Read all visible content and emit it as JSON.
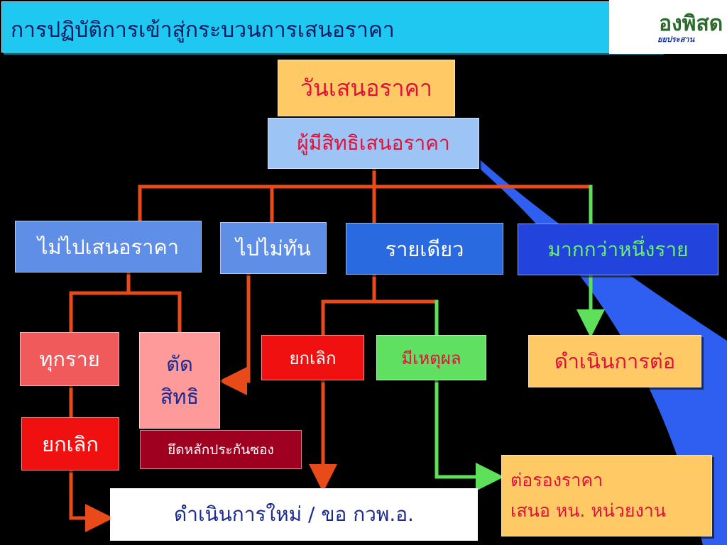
{
  "slide": {
    "title": "การปฏิบัติการเข้าสู่กระบวนการเสนอราคา",
    "logo_text": "องพิสด",
    "logo_sub": "ยยประสาน"
  },
  "nodes": {
    "bid_day": "วันเสนอราคา",
    "eligible_bidders": "ผู้มีสิทธิเสนอราคา",
    "no_show": "ไม่ไปเสนอราคา",
    "late": "ไปไม่ทัน",
    "single": "รายเดียว",
    "multiple": "มากกว่าหนึ่งราย",
    "all_bidders": "ทุกราย",
    "revoke_line1": "ตัด",
    "revoke_line2": "สิทธิ",
    "cancel_single": "ยกเลิก",
    "reasonable": "มีเหตุผล",
    "proceed": "ดำเนินการต่อ",
    "cancel_all": "ยกเลิก",
    "seize_guarantee": "ยึดหลักประกันซอง",
    "negotiate_line1": "ต่อรองราคา",
    "negotiate_line2": "เสนอ หน. หน่วยงาน",
    "redo": "ดำเนินการใหม่ / ขอ กวพ.อ."
  },
  "colors": {
    "title_bg": "#1fc8f0",
    "connector_red": "#e84a1a",
    "connector_green": "#5fe05a",
    "accent_blue": "#2a52e0"
  }
}
